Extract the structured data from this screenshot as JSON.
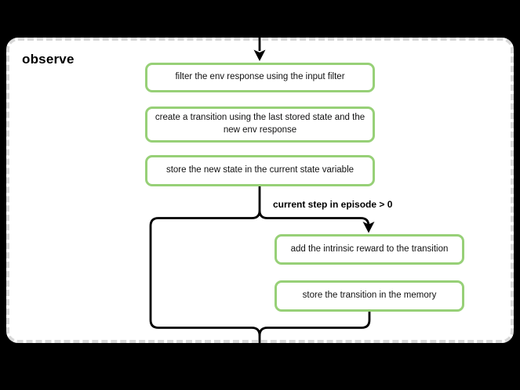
{
  "diagram": {
    "title": "observe",
    "nodes": [
      {
        "id": "filter-env-response",
        "label": "filter the env response using the input filter"
      },
      {
        "id": "create-transition",
        "label": "create a transition using the last stored state and the\nnew env response"
      },
      {
        "id": "store-new-state",
        "label": "store the new state in the current state variable"
      },
      {
        "id": "add-intrinsic-reward",
        "label": "add the intrinsic reward to the transition"
      },
      {
        "id": "store-transition",
        "label": "store the transition in the memory"
      }
    ],
    "branch_condition": "current step in episode > 0"
  },
  "colors": {
    "page_background": "#000000",
    "container_fill": "#ffffff",
    "container_border": "#d9d9d9",
    "node_border": "#97d077",
    "node_fill": "#ffffff",
    "connector": "#000000",
    "text": "#000000"
  }
}
